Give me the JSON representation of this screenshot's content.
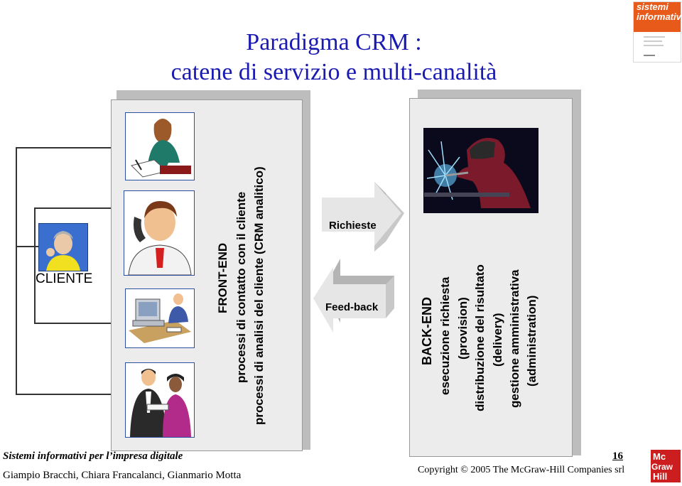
{
  "slide": {
    "title_line1": "Paradigma CRM :",
    "title_line2": "catene di servizio e multi-canalità",
    "page_number": "16"
  },
  "client": {
    "label": "CLIENTE"
  },
  "front_end": {
    "heading": "FRONT-END",
    "line1": "processi di contatto con il cliente",
    "line2": "processi di analisi del cliente  (CRM analitico)",
    "images": [
      "woman-writing-icon",
      "man-on-phone-icon",
      "computer-workstation-icon",
      "business-meeting-icon"
    ]
  },
  "arrows": {
    "requests": "Richieste",
    "feedback": "Feed-back"
  },
  "back_end": {
    "heading": "BACK-END",
    "line1": "esecuzione richiesta",
    "line2": "(provision)",
    "line3": "distribuzione del risultato",
    "line4": "(delivery)",
    "line5": "gestione amministrativa",
    "line6": "(administration)"
  },
  "footer": {
    "book_title": "Sistemi informativi per l’impresa digitale",
    "authors": "Giampio Bracchi, Chiara Francalanci, Gianmario Motta",
    "copyright": "Copyright © 2005  The McGraw-Hill Companies srl",
    "publisher_logo": "Mc Graw Hill"
  },
  "cover": {
    "line1": "sistemi",
    "line2": "informativi"
  },
  "colors": {
    "title": "#1a1ab0",
    "panel": "#ececec",
    "shadow": "#bdbdbd",
    "logo": "#cc1e1e",
    "cover": "#e85a1a"
  }
}
